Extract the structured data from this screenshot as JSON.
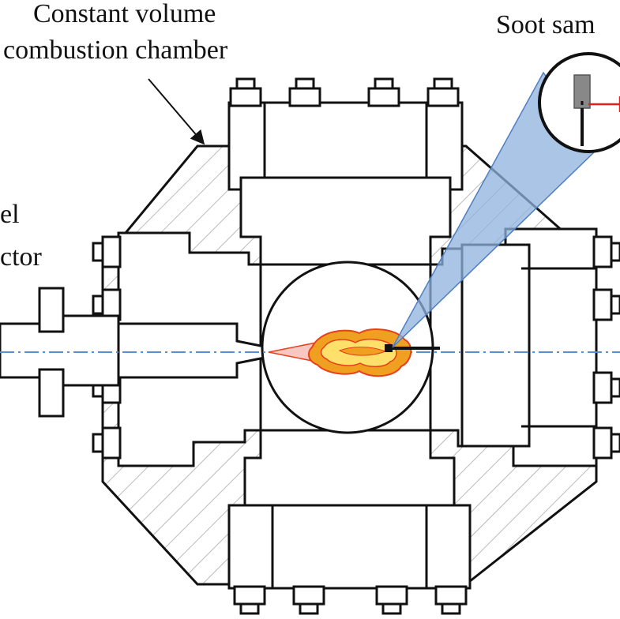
{
  "labels": {
    "chamber_line1": "Constant volume",
    "chamber_line2": "combustion chamber",
    "sampling": "Soot sam",
    "injector_line1": "el",
    "injector_line2": "ctor"
  },
  "colors": {
    "outline": "#111111",
    "hatch": "#a9a9a9",
    "beam_fill": "#8fb2dd",
    "beam_stroke": "#4f7fc0",
    "axis_line": "#5a8fd0",
    "flame_outer": "#f0a020",
    "flame_inner": "#e8401a",
    "flame_core": "#ffe06a",
    "probe_arrow": "#e02020",
    "probe_body": "#888888"
  },
  "icons": {
    "pointer": "leader-arrow",
    "flame": "soot-flame"
  }
}
